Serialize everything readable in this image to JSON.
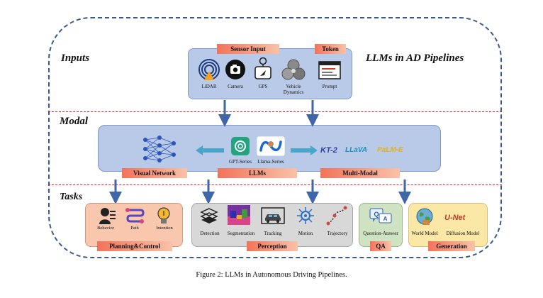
{
  "diagram_title": "LLMs in AD Pipelines",
  "sections": {
    "inputs": "Inputs",
    "modal": "Modal",
    "tasks": "Tasks"
  },
  "inputs_panel": {
    "sensor_label": "Sensor Input",
    "token_label": "Token",
    "items": [
      "LiDAR",
      "Camera",
      "GPS",
      "Vehicle Dynamics",
      "Prompt"
    ]
  },
  "modal_panel": {
    "visual_label": "Visual Network",
    "llms_label": "LLMs",
    "multimodal_label": "Multi-Modal",
    "llm_items": [
      "GPT-Series",
      "Llama-Series"
    ],
    "model_logos": [
      "KT-2",
      "LLaVA",
      "PaLM-E"
    ]
  },
  "tasks": {
    "planning": {
      "label": "Planning&Control",
      "items": [
        "Behavior",
        "Path",
        "Intention"
      ]
    },
    "perception": {
      "label": "Perception",
      "items": [
        "Detection",
        "Segmentation",
        "Tracking",
        "Motion",
        "Trajectory"
      ]
    },
    "qa": {
      "label": "QA",
      "items": [
        "Question-Answer"
      ]
    },
    "generation": {
      "label": "Generation",
      "items": [
        "World Model",
        "Diffusion Model"
      ],
      "logo": "U-Net"
    }
  },
  "caption": "Figure 2: LLMs in Autonomous Driving Pipelines.",
  "colors": {
    "blue_panel": "#b9c9e8",
    "arrow": "#3f66a8",
    "label": "#f2735a",
    "planning_bg": "#f8c7ad",
    "perception_bg": "#d8d8d8",
    "qa_bg": "#cfe3c2",
    "generation_bg": "#fbe7a6"
  }
}
